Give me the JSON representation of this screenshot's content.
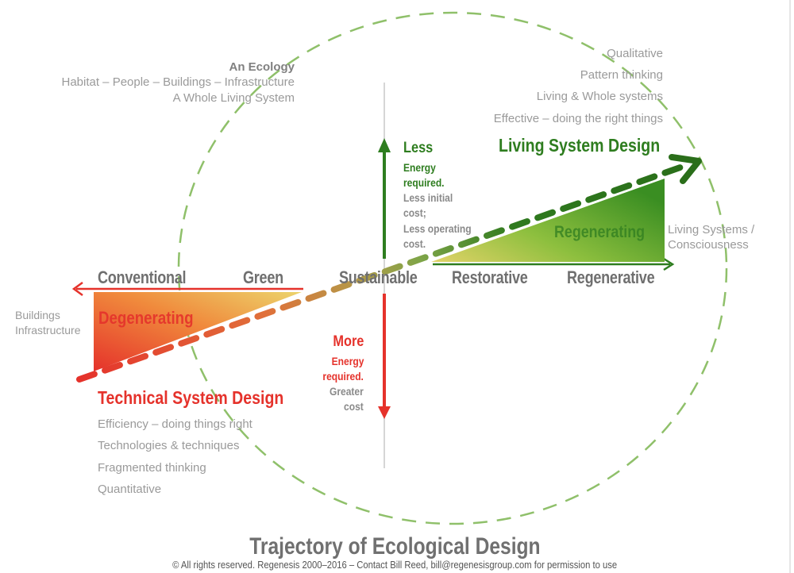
{
  "ecology": {
    "heading": "An Ecology",
    "line1": "Habitat – People – Buildings – Infrastructure",
    "line2": "A Whole Living System"
  },
  "right_qualities": [
    "Qualitative",
    "Pattern thinking",
    "Living & Whole systems",
    "Effective – doing the right things"
  ],
  "living_system_design": "Living System Design",
  "regenerating_label": "Regenerating",
  "degenerating_label": "Degenerating",
  "technical_system_design": "Technical System Design",
  "left_qualities": [
    "Efficiency – doing things right",
    "Technologies & techniques",
    "Fragmented thinking",
    "Quantitative"
  ],
  "axis_labels": {
    "conventional": "Conventional",
    "green": "Green",
    "sustainable": "Sustainable",
    "restorative": "Restorative",
    "regenerative": "Regenerative"
  },
  "less_block": {
    "head": "Less",
    "line1": "Energy",
    "line2": "required.",
    "line3": "Less initial",
    "line4": "cost;",
    "line5": "Less operating",
    "line6": "cost."
  },
  "more_block": {
    "head": "More",
    "line1": "Energy",
    "line2": "required.",
    "line3": "Greater",
    "line4": "cost"
  },
  "left_endpoint": {
    "line1": "Buildings",
    "line2": "Infrastructure"
  },
  "right_endpoint": {
    "line1": "Living Systems /",
    "line2": "Consciousness"
  },
  "title": "Trajectory of Ecological Design",
  "copyright": "© All rights reserved.  Regenesis 2000–2016 – Contact Bill Reed, bill@regenesisgroup.com for permission to use",
  "colors": {
    "green_dark": "#2e7d1f",
    "green_light": "#8fc06a",
    "red": "#e5322b",
    "orange": "#f08a3c",
    "yellow": "#e6d46a",
    "grey_text": "#9a9a9a",
    "grey_label": "#6f6f6f"
  }
}
